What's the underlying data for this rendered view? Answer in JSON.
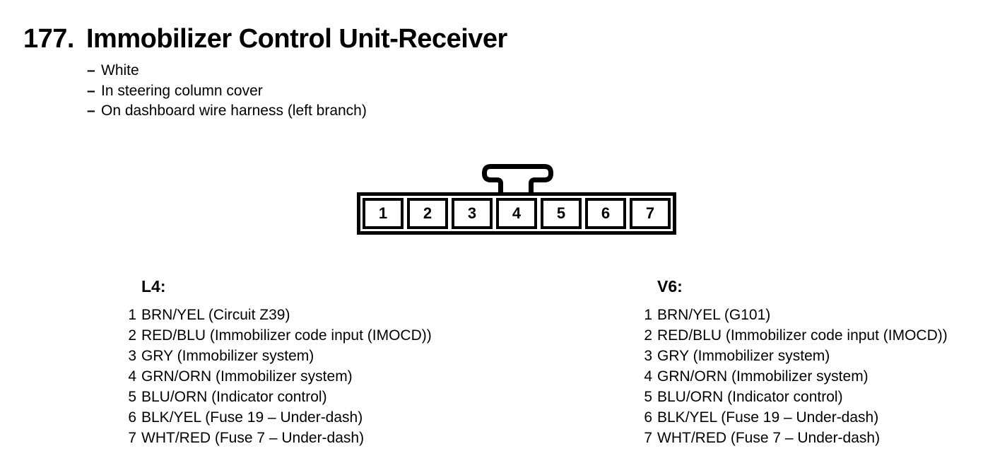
{
  "colors": {
    "ink": "#000000",
    "paper": "#ffffff"
  },
  "page": {
    "number": "177.",
    "title": "Immobilizer Control Unit-Receiver",
    "bullet": "–",
    "notes": [
      "White",
      "In steering column cover",
      "On dashboard wire harness (left branch)"
    ]
  },
  "connector": {
    "pins": [
      "1",
      "2",
      "3",
      "4",
      "5",
      "6",
      "7"
    ]
  },
  "columns": [
    {
      "heading": "L4:",
      "items": [
        {
          "pin": "1",
          "desc": "BRN/YEL (Circuit Z39)"
        },
        {
          "pin": "2",
          "desc": "RED/BLU (Immobilizer code input (IMOCD))"
        },
        {
          "pin": "3",
          "desc": "GRY (Immobilizer system)"
        },
        {
          "pin": "4",
          "desc": "GRN/ORN (Immobilizer system)"
        },
        {
          "pin": "5",
          "desc": "BLU/ORN (Indicator control)"
        },
        {
          "pin": "6",
          "desc": "BLK/YEL (Fuse 19 – Under-dash)"
        },
        {
          "pin": "7",
          "desc": "WHT/RED (Fuse 7 – Under-dash)"
        }
      ]
    },
    {
      "heading": "V6:",
      "items": [
        {
          "pin": "1",
          "desc": "BRN/YEL (G101)"
        },
        {
          "pin": "2",
          "desc": "RED/BLU (Immobilizer code input (IMOCD))"
        },
        {
          "pin": "3",
          "desc": "GRY (Immobilizer system)"
        },
        {
          "pin": "4",
          "desc": "GRN/ORN (Immobilizer system)"
        },
        {
          "pin": "5",
          "desc": "BLU/ORN (Indicator control)"
        },
        {
          "pin": "6",
          "desc": "BLK/YEL (Fuse 19 – Under-dash)"
        },
        {
          "pin": "7",
          "desc": "WHT/RED (Fuse 7 – Under-dash)"
        }
      ]
    }
  ]
}
